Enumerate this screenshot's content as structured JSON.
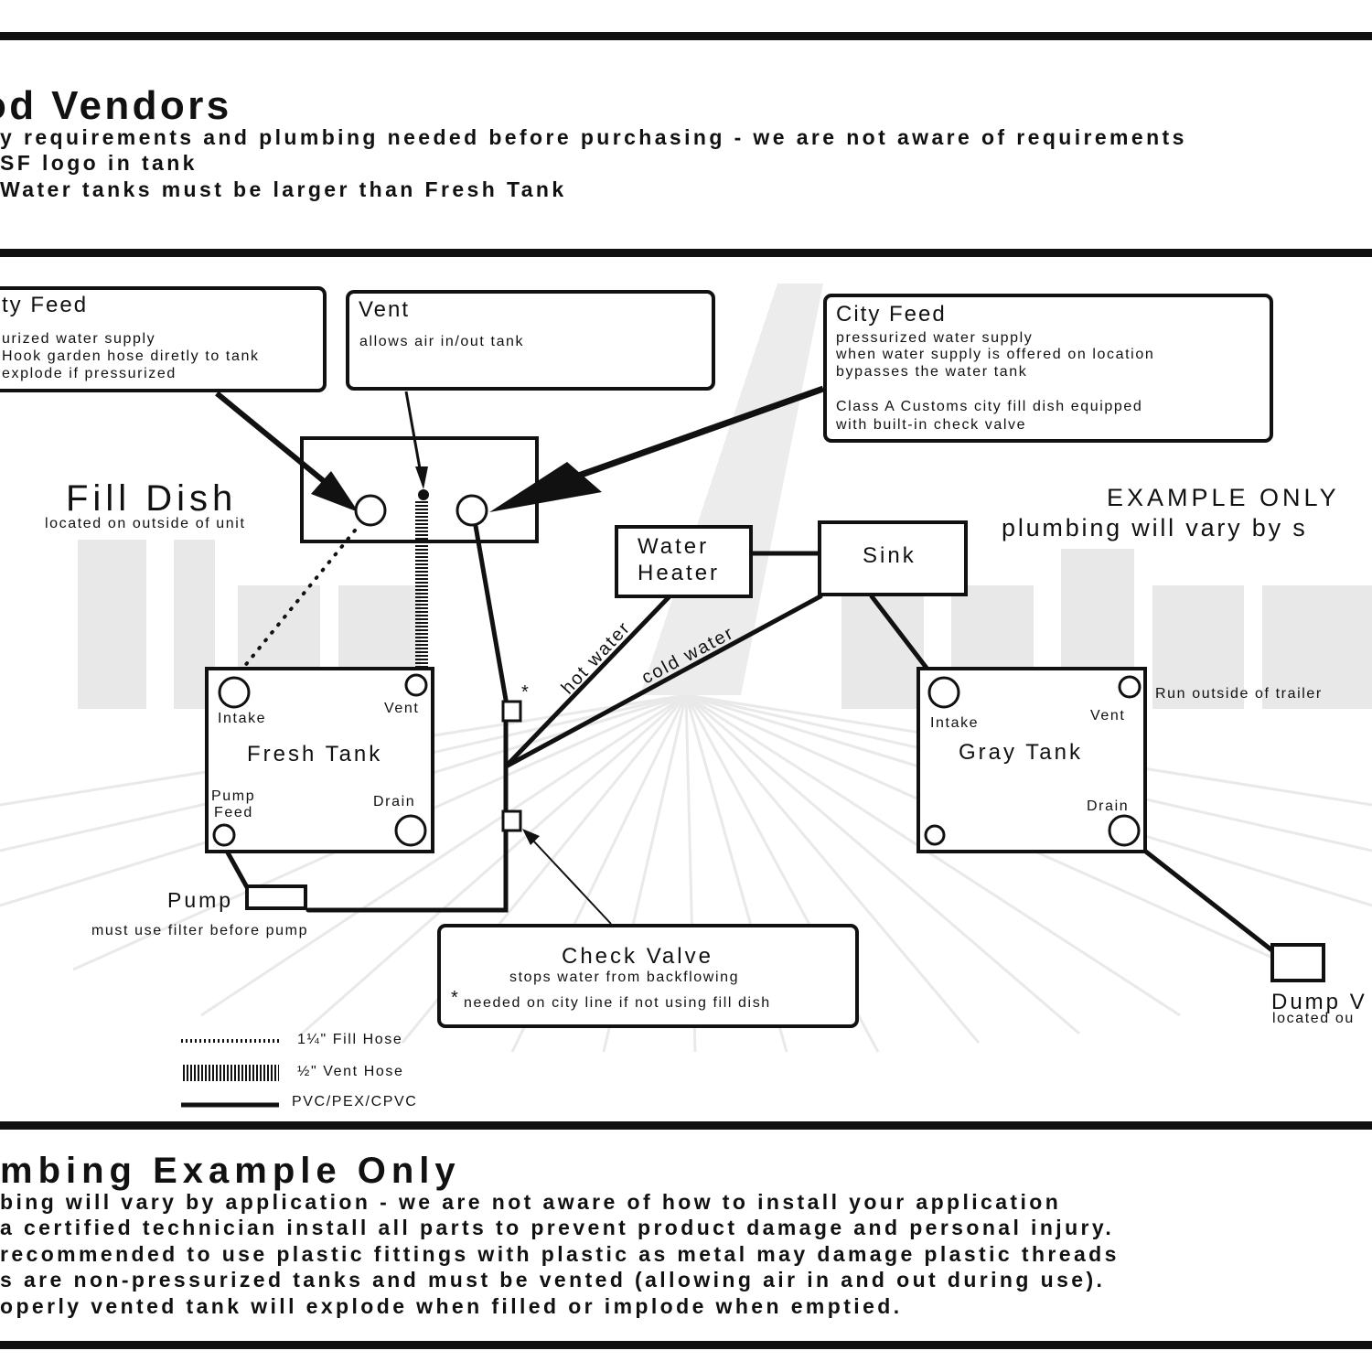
{
  "colors": {
    "ink": "#111111",
    "background": "#ffffff",
    "watermark": "#e6e6e6"
  },
  "header": {
    "title": "od Vendors",
    "lines": [
      "y requirements and plumbing needed before purchasing - we are not aware of requirements",
      "SF logo in tank",
      " Water tanks must be larger than Fresh Tank"
    ]
  },
  "callouts": {
    "city_feed_left": {
      "title": "ty Feed",
      "lines": [
        "urized water supply",
        "Hook garden hose diretly to tank",
        " explode if pressurized"
      ]
    },
    "vent": {
      "title": "Vent",
      "text": "allows air in/out tank"
    },
    "city_feed_right": {
      "title": "City Feed",
      "lines": [
        "pressurized water supply",
        "when water supply is offered on location",
        "bypasses the water tank",
        "",
        "Class A Customs city fill dish equipped",
        "with built-in check valve"
      ]
    },
    "check_valve": {
      "title": "Check Valve",
      "subtitle": "stops water from backflowing",
      "asterisk": "*",
      "note": "needed on city line if not using fill dish"
    }
  },
  "fill_dish": {
    "title": "Fill Dish",
    "subtitle": "located on outside of unit"
  },
  "example": {
    "title": "EXAMPLE ONLY",
    "subtitle": "plumbing will vary by s"
  },
  "water_heater": {
    "line1": "Water",
    "line2": "Heater"
  },
  "sink": {
    "label": "Sink"
  },
  "fresh_tank": {
    "title": "Fresh Tank",
    "intake": "Intake",
    "vent": "Vent",
    "pump_feed_1": "Pump",
    "pump_feed_2": "Feed",
    "drain": "Drain"
  },
  "gray_tank": {
    "title": "Gray Tank",
    "intake": "Intake",
    "vent": "Vent",
    "drain": "Drain",
    "run_outside": "Run outside of trailer"
  },
  "pump": {
    "label": "Pump",
    "note": "must use filter before pump"
  },
  "pipes": {
    "hot": "hot water",
    "cold": "cold water",
    "asterisk": "*"
  },
  "dump_valve": {
    "label": "Dump V",
    "note": "located ou"
  },
  "legend": {
    "fill_hose": "1¼\" Fill Hose",
    "vent_hose": "½\" Vent Hose",
    "pvc": "PVC/PEX/CPVC"
  },
  "footer": {
    "title": "mbing Example Only",
    "lines": [
      "bing will vary by application - we are not aware of how to install your application",
      " a certified technician install all parts to prevent product damage and personal injury.",
      "recommended to use plastic fittings with plastic as metal may damage plastic threads",
      "s are non-pressurized tanks and must be vented (allowing air in and out during use).",
      "operly vented tank will explode when filled or implode when emptied."
    ]
  }
}
